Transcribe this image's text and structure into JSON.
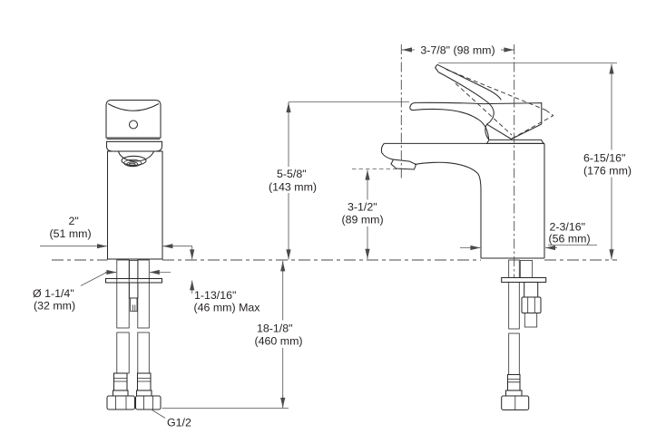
{
  "diagram_title": "single-handle-lavatory-faucet-dimension-diagram",
  "colors": {
    "background": "#ffffff",
    "product_line": "#2b2b2b",
    "dimension_line": "#5a5a5a",
    "text": "#231f20"
  },
  "labels": {
    "spout_reach": {
      "l1": "3-7/8\" (98 mm)"
    },
    "overall_height": {
      "l1": "6-15/16\"",
      "l2": "(176 mm)"
    },
    "handle_height": {
      "l1": "5-5/8\"",
      "l2": "(143 mm)"
    },
    "spout_outlet_height": {
      "l1": "3-1/2\"",
      "l2": "(89 mm)"
    },
    "base_width": {
      "l1": "2\"",
      "l2": "(51 mm)"
    },
    "base_depth": {
      "l1": "2-3/16\"",
      "l2": "(56 mm)"
    },
    "hole_diameter": {
      "l1": "Ø 1-1/4\"",
      "l2": "(32 mm)"
    },
    "max_deck_thickness": {
      "l1": "1-13/16\"",
      "l2": "(46 mm) Max"
    },
    "supply_length": {
      "l1": "18-1/8\"",
      "l2": "(460 mm)"
    },
    "supply_thread": {
      "l1": "G1/2"
    }
  }
}
